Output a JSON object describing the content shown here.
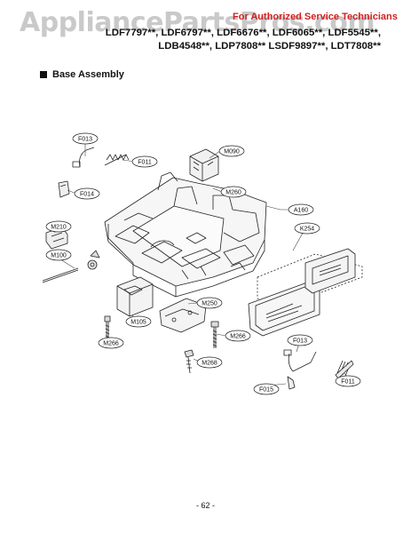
{
  "watermark": "AppliancePartsPros.com",
  "notice": "For Authorized Service Technicians",
  "models_line1": "LDF7797**, LDF6797**, LDF6676**, LDF6065**, LDF5545**,",
  "models_line2": "LDB4548**, LDP7808** LSDF9897**, LDT7808**",
  "section_title": "Base Assembly",
  "page_number": "- 62 -",
  "part_labels": {
    "f013_top": "F013",
    "f011_top": "F011",
    "m090": "M090",
    "f014": "F014",
    "m260": "M260",
    "a160": "A160",
    "m210": "M210",
    "k254": "K254",
    "m100": "M100",
    "m250": "M250",
    "m105": "M105",
    "m266_left": "M266",
    "m266_right": "M266",
    "m268": "M268",
    "f013_bottom": "F013",
    "f011_bottom": "F011",
    "f015": "F015"
  }
}
